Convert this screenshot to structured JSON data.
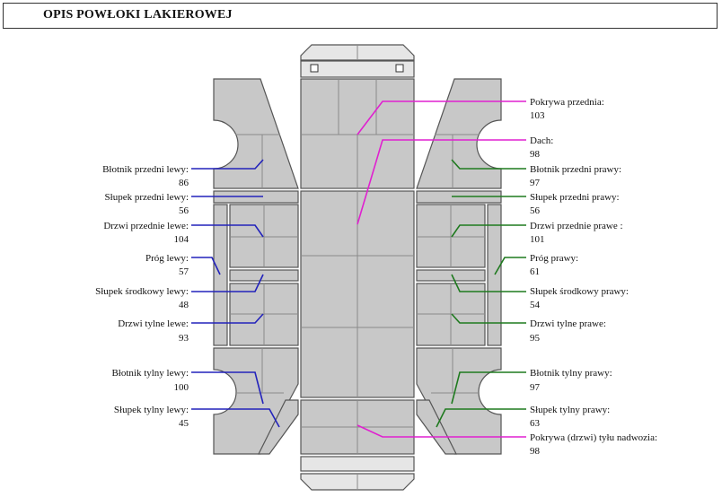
{
  "header": {
    "title": "OPIS POWŁOKI LAKIEROWEJ"
  },
  "colors": {
    "left_leader": "#2222bb",
    "right_leader": "#1f7a1f",
    "center_leader": "#e020d0",
    "panel": "#c8c8c8"
  },
  "left_labels": [
    {
      "name": "Błotnik przedni lewy:",
      "value": "86"
    },
    {
      "name": "Słupek przedni lewy:",
      "value": "56"
    },
    {
      "name": "Drzwi przednie lewe:",
      "value": "104"
    },
    {
      "name": "Próg lewy:",
      "value": "57"
    },
    {
      "name": "Słupek środkowy lewy:",
      "value": "48"
    },
    {
      "name": "Drzwi tylne lewe:",
      "value": "93"
    },
    {
      "name": "Błotnik tylny lewy:",
      "value": "100"
    },
    {
      "name": "Słupek tylny lewy:",
      "value": "45"
    }
  ],
  "right_labels": [
    {
      "name": "Pokrywa przednia:",
      "value": "103"
    },
    {
      "name": "Dach:",
      "value": "98"
    },
    {
      "name": "Błotnik przedni prawy:",
      "value": "97"
    },
    {
      "name": "Słupek przedni prawy:",
      "value": "56"
    },
    {
      "name": "Drzwi przednie prawe :",
      "value": "101"
    },
    {
      "name": "Próg prawy:",
      "value": "61"
    },
    {
      "name": "Słupek środkowy prawy:",
      "value": "54"
    },
    {
      "name": "Drzwi tylne prawe:",
      "value": "95"
    },
    {
      "name": "Błotnik tylny prawy:",
      "value": "97"
    },
    {
      "name": "Słupek tylny prawy:",
      "value": "63"
    },
    {
      "name": "Pokrywa (drzwi) tyłu nadwozia:",
      "value": "98"
    }
  ]
}
